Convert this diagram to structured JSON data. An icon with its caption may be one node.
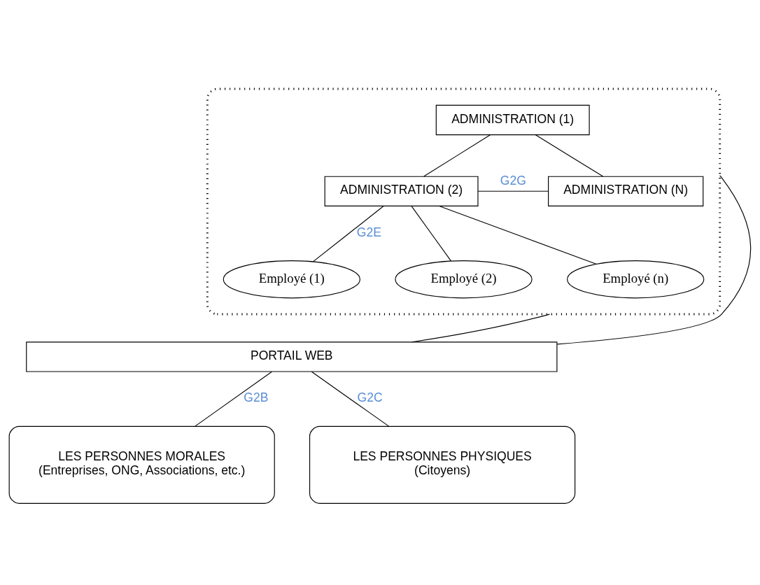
{
  "diagram": {
    "nodes": [
      {
        "text": [],
        "shape": "box"
      },
      {
        "text": [
          "ADMINISTRATION (1)"
        ],
        "in": 0
      },
      {
        "text": [
          "ADMINISTRATION (2)"
        ],
        "in": 0
      },
      {
        "text": [
          "ADMINISTRATION (N)"
        ],
        "in": 0
      },
      {
        "text": [
          "Employé (1)"
        ],
        "in": 0
      },
      {
        "text": [
          "Employé (2)"
        ],
        "in": 0
      },
      {
        "text": [
          "Employé (n)"
        ],
        "in": 0
      },
      {
        "text": [
          "PORTAIL WEB"
        ]
      },
      {
        "text": [
          "LES PERSONNES MORALES",
          "(Entreprises, ONG, Associations, etc.)"
        ]
      },
      {
        "text": [
          "LES PERSONNES PHYSIQUES",
          "(Citoyens)"
        ]
      }
    ],
    "edges": [
      {
        "from": 1,
        "to": 2,
        "arrow": "none"
      },
      {
        "from": 1,
        "to": 3,
        "arrow": "none"
      },
      {
        "from": 2,
        "to": 3,
        "arrow": "none",
        "label": "G2G"
      },
      {
        "from": 2,
        "to": 4,
        "arrow": "none",
        "label": "G2E"
      },
      {
        "from": 2,
        "to": 5,
        "arrow": "none"
      },
      {
        "from": 2,
        "to": 6,
        "arrow": "none"
      },
      {
        "from": 7,
        "to": 0,
        "arrow": "none"
      },
      {
        "from": 7,
        "to": 0,
        "arrow": "none"
      },
      {
        "from": 7,
        "to": 8,
        "arrow": "none",
        "label": "G2B"
      },
      {
        "from": 7,
        "to": 9,
        "arrow": "none",
        "label": "G2C"
      }
    ]
  }
}
